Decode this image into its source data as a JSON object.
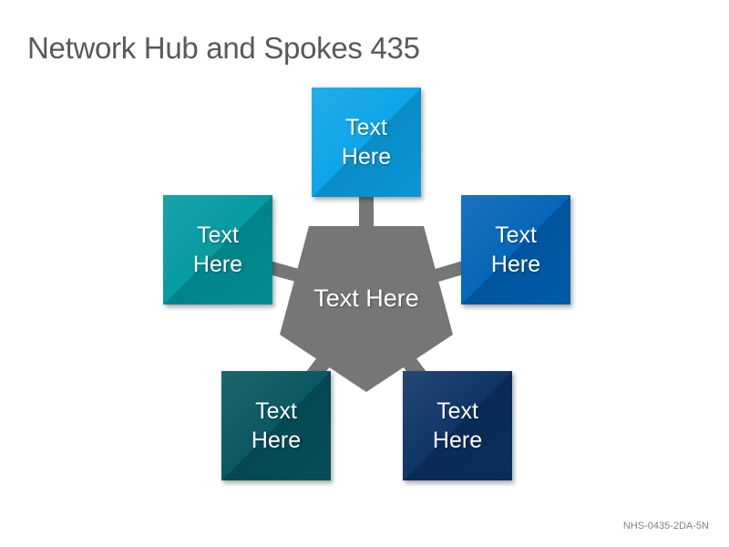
{
  "title": "Network Hub and Spokes 435",
  "hub": {
    "label": "Text Here",
    "color": "#767676"
  },
  "spokes": [
    {
      "id": "top",
      "label": "Text Here",
      "color": "#0aa3e8"
    },
    {
      "id": "upper-left",
      "label": "Text Here",
      "color": "#00999f"
    },
    {
      "id": "upper-right",
      "label": "Text Here",
      "color": "#0163b8"
    },
    {
      "id": "lower-left",
      "label": "Text Here",
      "color": "#04545f"
    },
    {
      "id": "lower-right",
      "label": "Text Here",
      "color": "#0b3264"
    }
  ],
  "connector_color": "#767676",
  "footer_code": "NHS-0435-2DA-5N"
}
